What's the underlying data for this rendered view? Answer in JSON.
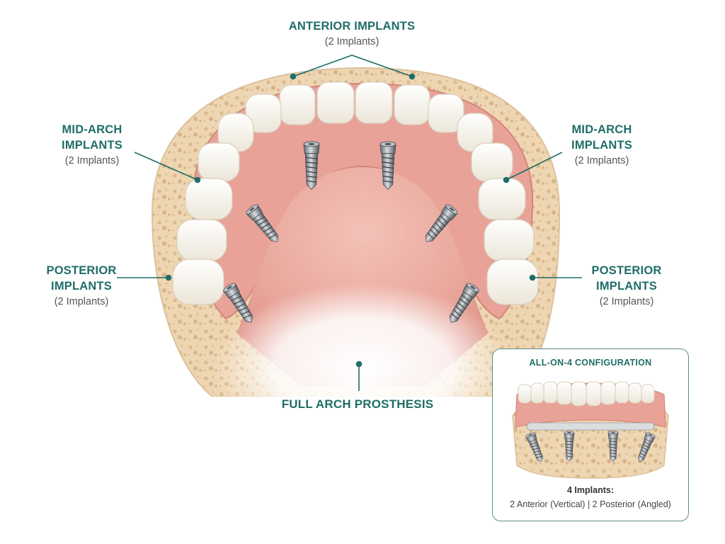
{
  "labels": {
    "anterior": {
      "title": "ANTERIOR IMPLANTS",
      "count": "(2 Implants)"
    },
    "mid_left": {
      "title_line1": "MID-ARCH",
      "title_line2": "IMPLANTS",
      "count": "(2 Implants)"
    },
    "mid_right": {
      "title_line1": "MID-ARCH",
      "title_line2": "IMPLANTS",
      "count": "(2 Implants)"
    },
    "posterior_left": {
      "title_line1": "POSTERIOR",
      "title_line2": "IMPLANTS",
      "count": "(2 Implants)"
    },
    "posterior_right": {
      "title_line1": "POSTERIOR",
      "title_line2": "IMPLANTS",
      "count": "(2 Implants)"
    },
    "prosthesis": {
      "title": "FULL ARCH PROSTHESIS"
    }
  },
  "inset": {
    "title": "ALL-ON-4 CONFIGURATION",
    "count": "4 Implants:",
    "description": "2 Anterior (Vertical)  |  2 Posterior (Angled)"
  },
  "colors": {
    "accent_teal": "#1f6e68",
    "bone": "#f1dcbc",
    "gum": "#e89a90",
    "tooth": "#fbf8f1",
    "implant_metal": "#8a9096"
  }
}
